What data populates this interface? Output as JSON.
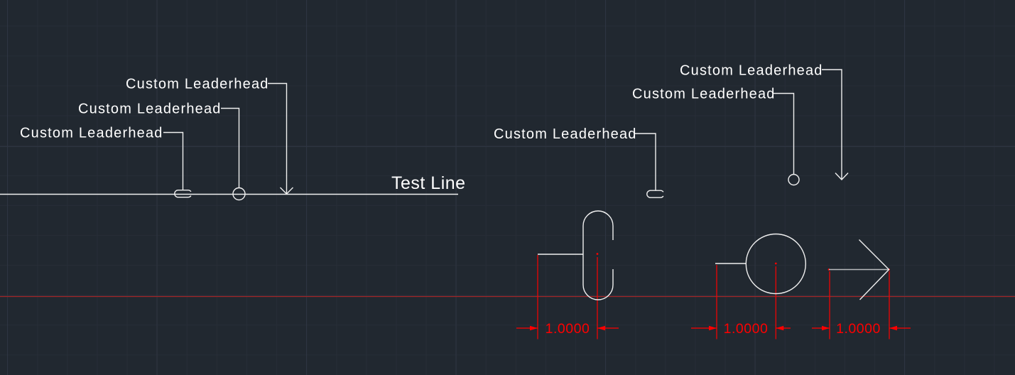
{
  "drawing": {
    "leaders": [
      {
        "label": "Custom Leaderhead",
        "head": "slot"
      },
      {
        "label": "Custom Leaderhead",
        "head": "circle"
      },
      {
        "label": "Custom Leaderhead",
        "head": "arrow"
      },
      {
        "label": "Custom Leaderhead",
        "head": "slot"
      },
      {
        "label": "Custom Leaderhead",
        "head": "circle"
      },
      {
        "label": "Custom Leaderhead",
        "head": "arrow"
      }
    ],
    "test_line_label": "Test Line",
    "blocks": [
      {
        "name": "slot-block",
        "dimension": "1.0000"
      },
      {
        "name": "circle-block",
        "dimension": "1.0000"
      },
      {
        "name": "arrow-block",
        "dimension": "1.0000"
      }
    ],
    "colors": {
      "background": "#212830",
      "grid_minor": "#272d37",
      "grid_major": "#2e3542",
      "geometry": "#f0f0f0",
      "leader_shaft_gray": "#b9bbbd",
      "dimension_red": "#ff0000",
      "construction_line_red": "#a12626",
      "text_white": "#ffffff"
    }
  }
}
